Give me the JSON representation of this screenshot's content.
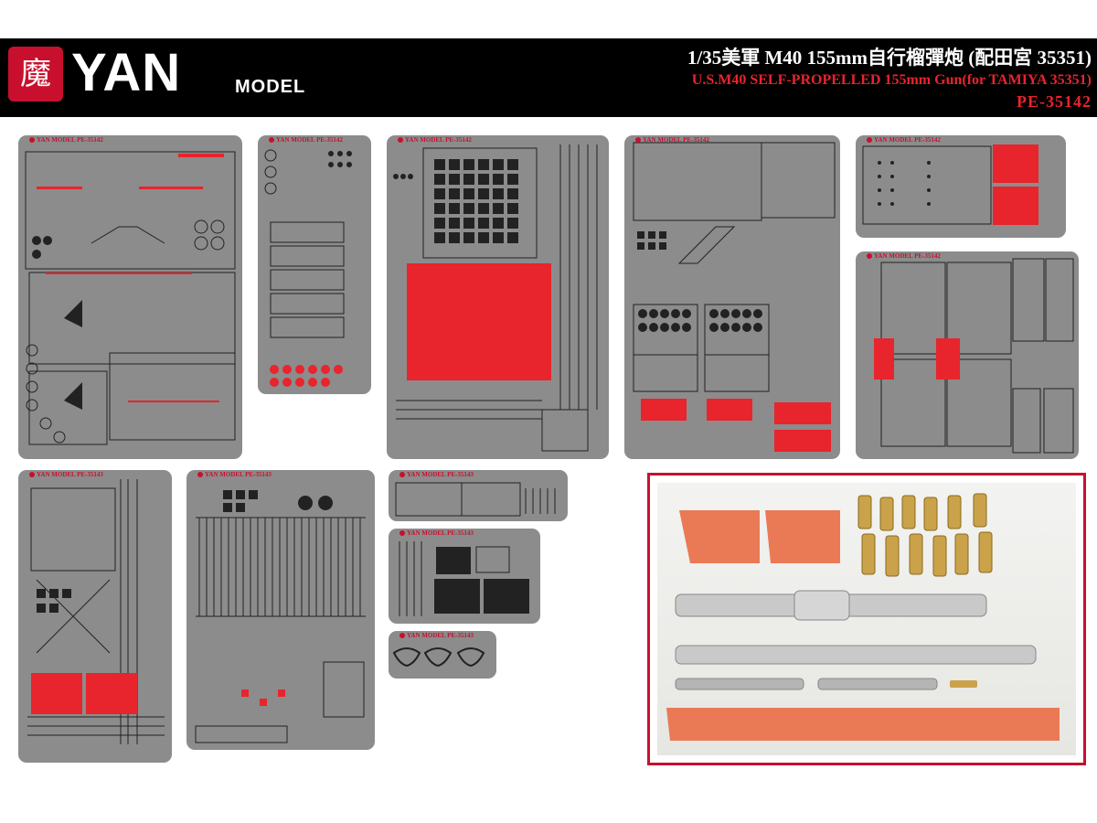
{
  "brand": {
    "seal_char": "魔",
    "name": "YAN",
    "sub": "MODEL"
  },
  "header": {
    "title_cn": "1/35美軍 M40 155mm自行榴彈炮 (配田宮 35351)",
    "title_en": "U.S.M40 SELF-PROPELLED 155mm Gun(for TAMIYA 35351)",
    "code": "PE-35142"
  },
  "sheets": [
    {
      "label": "YAN MODEL  PE-35142"
    },
    {
      "label": "YAN MODEL  PE-35142"
    },
    {
      "label": "YAN MODEL  PE-35142"
    },
    {
      "label": "YAN MODEL  PE-35142"
    },
    {
      "label": "YAN MODEL  PE-35142"
    },
    {
      "label": "YAN MODEL  PE-35142"
    },
    {
      "label": "YAN MODEL  PE-35143"
    },
    {
      "label": "YAN MODEL  PE-35143"
    },
    {
      "label": "YAN MODEL  PE-35143"
    },
    {
      "label": "YAN MODEL  PE-35143"
    },
    {
      "label": "YAN MODEL  PE-35143"
    }
  ],
  "colors": {
    "brand_red": "#c8102e",
    "sheet_gray": "#8c8c8c",
    "part_red": "#e8242c",
    "resin": "#e97a55",
    "brass": "#c9a24a",
    "aluminum": "#c9c9c9"
  }
}
